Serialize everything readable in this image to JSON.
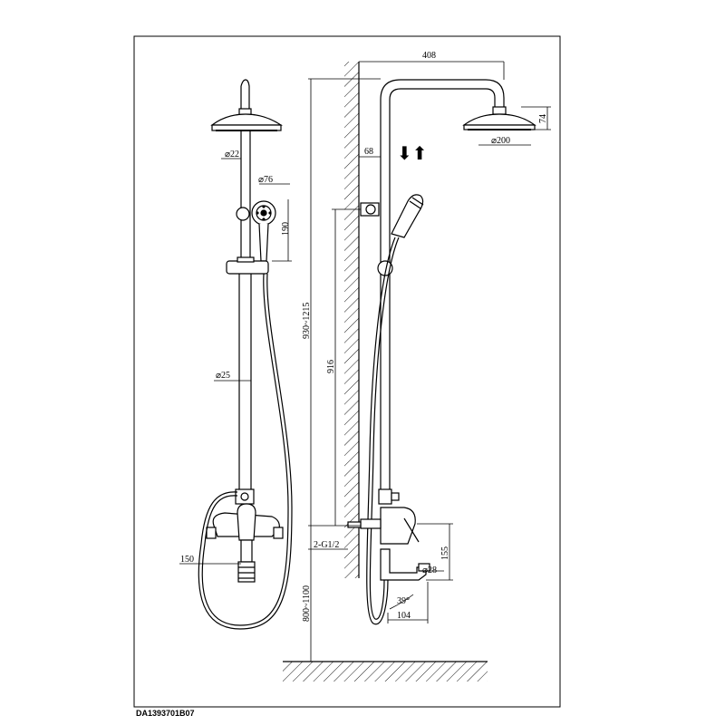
{
  "drawing_code": "DA1393701B07",
  "front_view": {
    "dims": {
      "pipe_top": "⌀22",
      "handshower_head": "⌀76",
      "handshower_len": "190",
      "main_pipe": "⌀25",
      "mixer_width": "150"
    }
  },
  "side_view": {
    "dims": {
      "arm_reach": "408",
      "head_height": "74",
      "head_diameter": "⌀200",
      "wall_offset": "68",
      "adjust_range": "930~1215",
      "holder_height": "916",
      "connection": "2-G1/2",
      "spout_height": "155",
      "spout_diameter": "⌀28",
      "spout_angle": "39°",
      "spout_reach": "104",
      "install_height": "800~1100"
    },
    "adjust_arrows": "⬇⬆"
  },
  "colors": {
    "line": "#000000",
    "background": "#ffffff"
  }
}
